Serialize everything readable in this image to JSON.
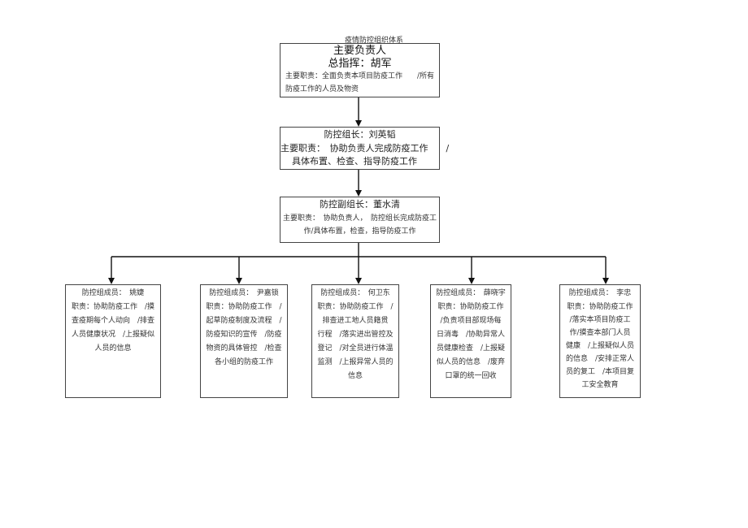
{
  "title": "疫情防控组织体系",
  "top": {
    "role_line": "主要负责人",
    "commander_line": "总指挥：胡军",
    "duty_line1": "主要职责：全面负责本项目防疫工作　　/所有",
    "duty_line2": "防疫工作的人员及物资"
  },
  "leader": {
    "title_line": "防控组长：刘英韬",
    "duty_line1": "主要职责：　协助负责人完成防疫工作　　/",
    "duty_line2": "具体布置、检查、指导防疫工作"
  },
  "deputy": {
    "title_line": "防控副组长：董水清",
    "duty_line1": "主要职责：　协助负责人，　防控组长完成防疫工",
    "duty_line2": "作/具体布置，检查，指导防疫工作"
  },
  "members": [
    {
      "lines": [
        "防控组成员：　姚婕",
        "职责：协助防疫工作　/摸",
        "查疫期每个人动向　/排查",
        "人员健康状况　/上报疑似",
        "人员的信息"
      ]
    },
    {
      "lines": [
        "防控组成员：　尹嘉锁",
        "职责：协助防疫工作　/",
        "起草防疫制度及流程　/",
        "防疫知识的宣传　/防疫",
        "物资的具体管控　/检查",
        "各小组的防疫工作"
      ]
    },
    {
      "lines": [
        "防控组成员：　何卫东",
        "职责：协助防疫工作　/",
        "排查进工地人员籍贯",
        "行程　/落实进出管控及",
        "登记　/对全员进行体温",
        "监测　/上报异常人员的",
        "信息"
      ]
    },
    {
      "lines": [
        "防控组成员：　薛晓宇",
        "职责：协助防疫工作",
        "/负责项目部现场每",
        "日消毒　/协助异常人",
        "员健康检查　/上报疑",
        "似人员的信息　/废弃",
        "口罩的统一回收"
      ]
    },
    {
      "lines": [
        "防控组成员：　李忠",
        "职责：协助防疫工作",
        "/落实本项目防疫工",
        "作/摸查本部门人员",
        "健康　/上报疑似人员",
        "的信息　/安排正常人",
        "员的复工　/本项目复",
        "工安全教育"
      ]
    }
  ]
}
